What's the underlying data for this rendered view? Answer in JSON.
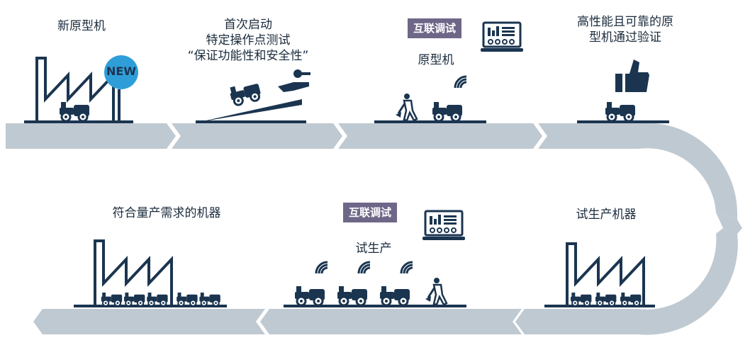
{
  "stages": {
    "new_prototype": {
      "label": "新原型机",
      "new_badge": "NEW"
    },
    "first_start": {
      "line1": "首次启动",
      "line2": "特定操作点测试",
      "line3": "“保证功能性和安全性”"
    },
    "prototype": {
      "label": "原型机",
      "badge": "互联调试"
    },
    "validated": {
      "line1": "高性能且可靠的原",
      "line2": "型机通过验证"
    },
    "trial_machines": {
      "label": "试生产机器"
    },
    "trial_production": {
      "label": "试生产",
      "badge": "互联调试"
    },
    "demand_machines": {
      "label": "符合量产需求的机器"
    }
  },
  "colors": {
    "arrow_fill": "#bfc9d1",
    "ground_line": "#1b3550",
    "icon_dark": "#1b3550",
    "badge_bg": "#6f6788",
    "new_badge_bg": "#2f9ed8"
  }
}
